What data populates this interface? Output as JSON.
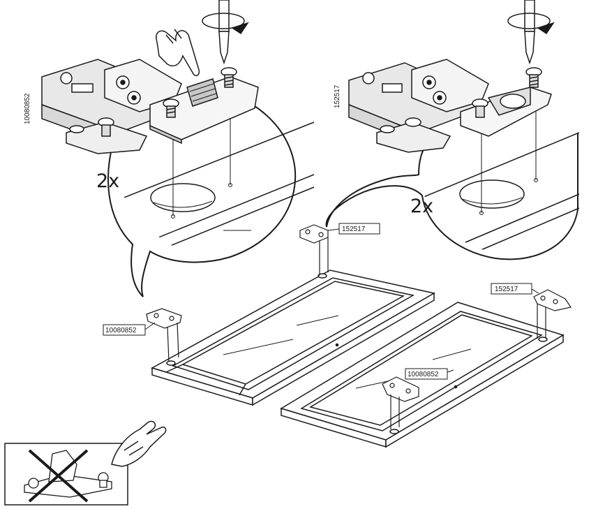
{
  "left_detail": {
    "part_number_vertical": "10080852",
    "quantity": "2x"
  },
  "right_detail": {
    "part_number_vertical": "152517",
    "quantity": "2x"
  },
  "door_labels": {
    "left_door_top": "152517",
    "left_door_bottom": "10080852",
    "right_door_top": "152517",
    "right_door_bottom": "10080852"
  },
  "warning_box": {
    "crossed_out": true
  }
}
